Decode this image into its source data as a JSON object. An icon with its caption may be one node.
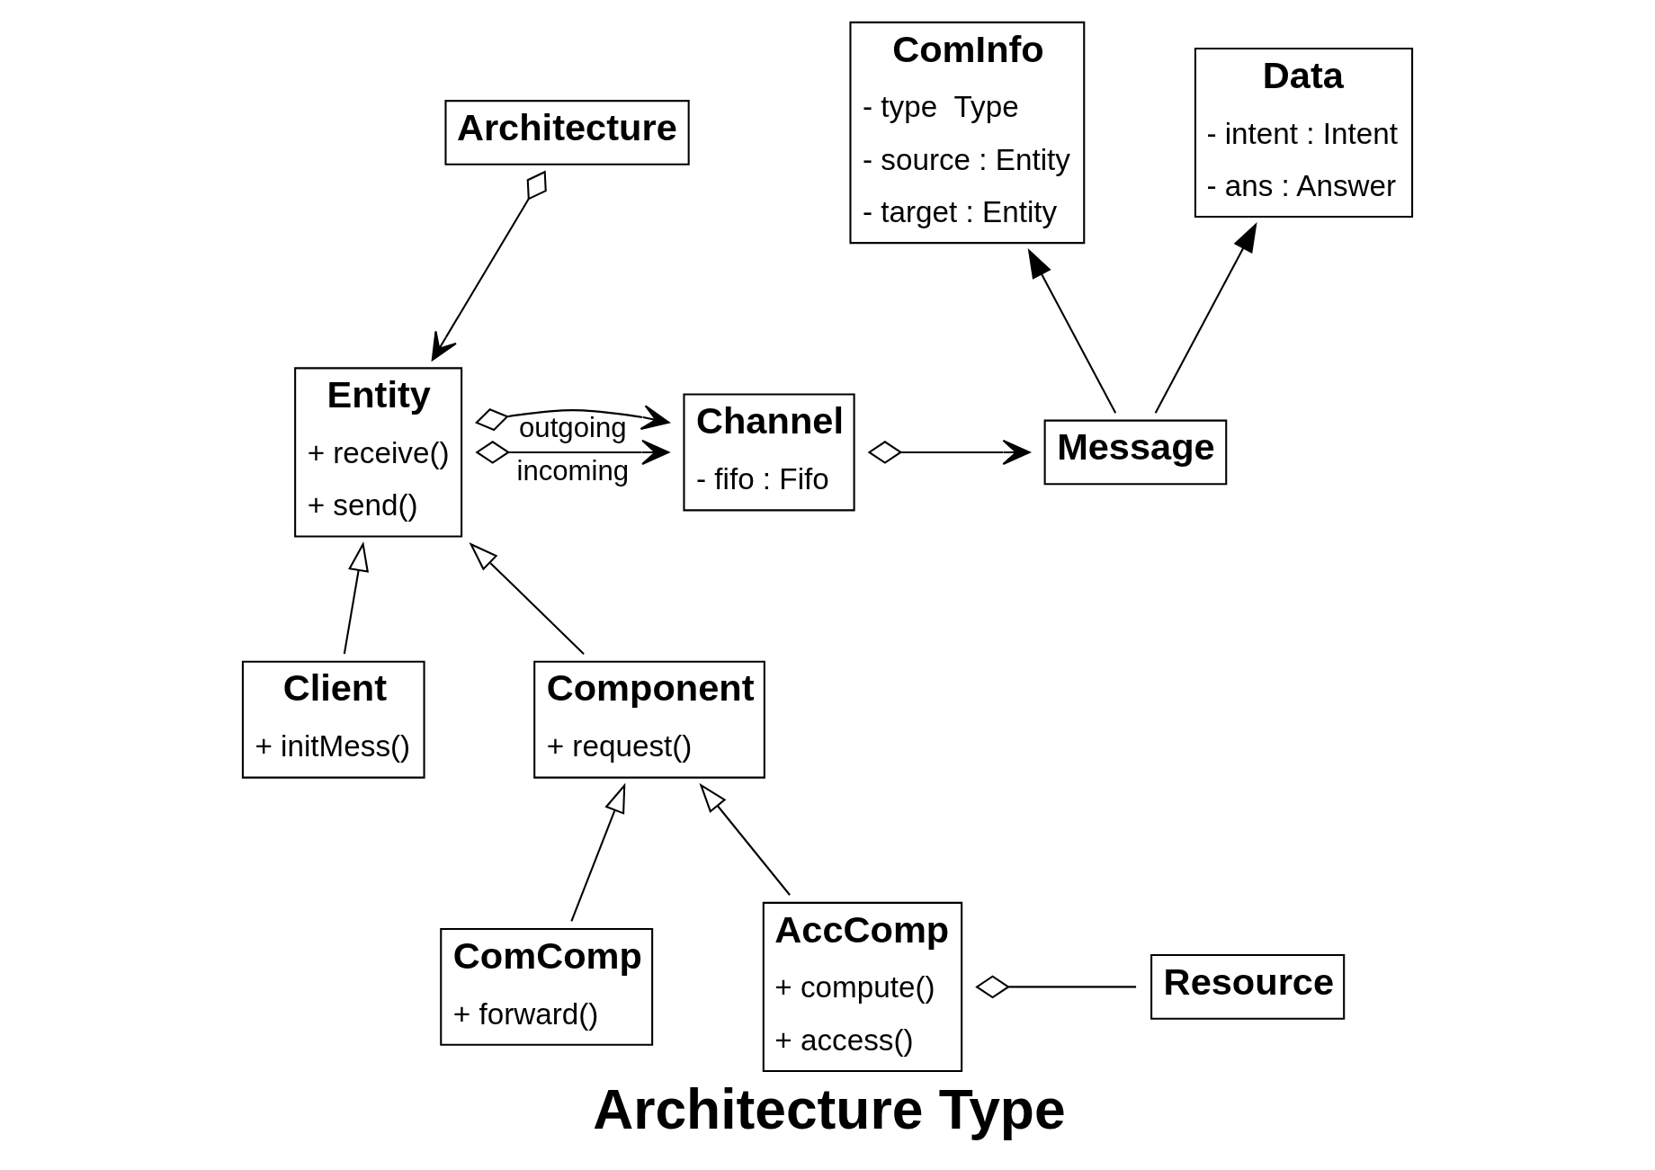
{
  "diagram": {
    "title": "Architecture Type",
    "nodes": [
      {
        "text": [
          "Architecture"
        ]
      },
      {
        "text": [
          "Entity",
          "+ receive()",
          "+ send()"
        ]
      },
      {
        "text": [
          "Channel",
          "- fifo : Fifo"
        ]
      },
      {
        "text": [
          "Message"
        ]
      },
      {
        "text": [
          "ComInfo",
          "- type  Type",
          "- source : Entity",
          "- target : Entity"
        ]
      },
      {
        "text": [
          "Data",
          "- intent : Intent",
          "- ans : Answer"
        ]
      },
      {
        "text": [
          "Client",
          "+ initMess()"
        ]
      },
      {
        "text": [
          "Component",
          "+ request()"
        ]
      },
      {
        "text": [
          "ComComp",
          "+ forward()"
        ]
      },
      {
        "text": [
          "AccComp",
          "+ compute()",
          "+ access()"
        ]
      },
      {
        "text": [
          "Resource"
        ]
      }
    ],
    "edges": [
      {
        "from": 0,
        "to": 1,
        "arrow": "to"
      },
      {
        "from": 1,
        "to": 2,
        "arrow": "to",
        "label": "incoming"
      },
      {
        "from": 1,
        "to": 2,
        "arrow": "to",
        "label": "outgoing"
      },
      {
        "from": 2,
        "to": 3,
        "arrow": "to"
      },
      {
        "from": 3,
        "to": 4,
        "arrow": "to"
      },
      {
        "from": 3,
        "to": 5,
        "arrow": "to"
      },
      {
        "from": 6,
        "to": 1,
        "arrow": "to"
      },
      {
        "from": 7,
        "to": 1,
        "arrow": "to"
      },
      {
        "from": 8,
        "to": 7,
        "arrow": "to"
      },
      {
        "from": 9,
        "to": 7,
        "arrow": "to"
      },
      {
        "from": 9,
        "to": 10,
        "arrow": "other"
      }
    ]
  }
}
